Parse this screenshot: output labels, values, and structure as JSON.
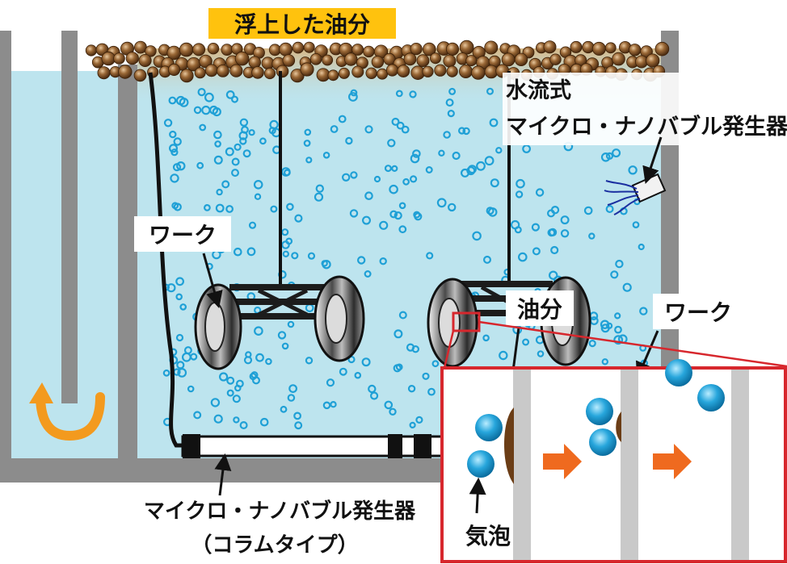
{
  "labels": {
    "floating_oil": "浮上した油分",
    "nozzle_line1": "水流式",
    "nozzle_line2": "マイクロ・ナノバブル発生器",
    "work_left": "ワーク",
    "work_right": "ワーク",
    "oil": "油分",
    "column_line1": "マイクロ・ナノバブル発生器",
    "column_line2": "（コラムタイプ）",
    "bubble": "気泡"
  },
  "colors": {
    "water": "#bde4ee",
    "tank_wall": "#8c8c8c",
    "oil_ball": "#8a5a2b",
    "bubble": "#1fa0d6",
    "highlight_fill": "#ffc20e",
    "inset_border": "#d7272d",
    "process_arrow": "#ef6a1f",
    "circulation_arrow": "#f39a1e"
  },
  "icons": {
    "circulation": "u-turn-arrow-icon",
    "process": "right-arrow-icon"
  }
}
